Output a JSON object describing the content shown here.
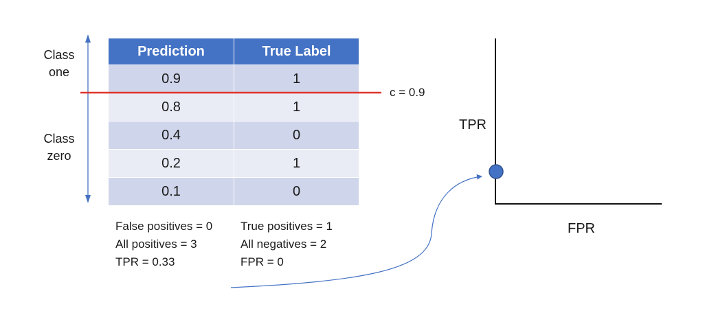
{
  "labels": {
    "class_one_line1": "Class",
    "class_one_line2": "one",
    "class_zero_line1": "Class",
    "class_zero_line2": "zero"
  },
  "table": {
    "headers": [
      "Prediction",
      "True Label"
    ],
    "rows": [
      {
        "prediction": "0.9",
        "true_label": "1"
      },
      {
        "prediction": "0.8",
        "true_label": "1"
      },
      {
        "prediction": "0.4",
        "true_label": "0"
      },
      {
        "prediction": "0.2",
        "true_label": "1"
      },
      {
        "prediction": "0.1",
        "true_label": "0"
      }
    ]
  },
  "threshold": {
    "label": "c = 0.9",
    "color": "#e0352b"
  },
  "stats": {
    "left": [
      "False positives = 0",
      "All positives = 3",
      "TPR = 0.33"
    ],
    "right": [
      "True positives = 1",
      "All negatives = 2",
      "FPR = 0"
    ]
  },
  "roc": {
    "ylabel": "TPR",
    "xlabel": "FPR",
    "point": {
      "fpr": 0,
      "tpr": 0.33
    },
    "point_color": "#4472c4"
  },
  "colors": {
    "header": "#4472c4",
    "row_odd": "#cfd5ea",
    "row_even": "#e9ebf5",
    "arrow": "#4472c4"
  }
}
